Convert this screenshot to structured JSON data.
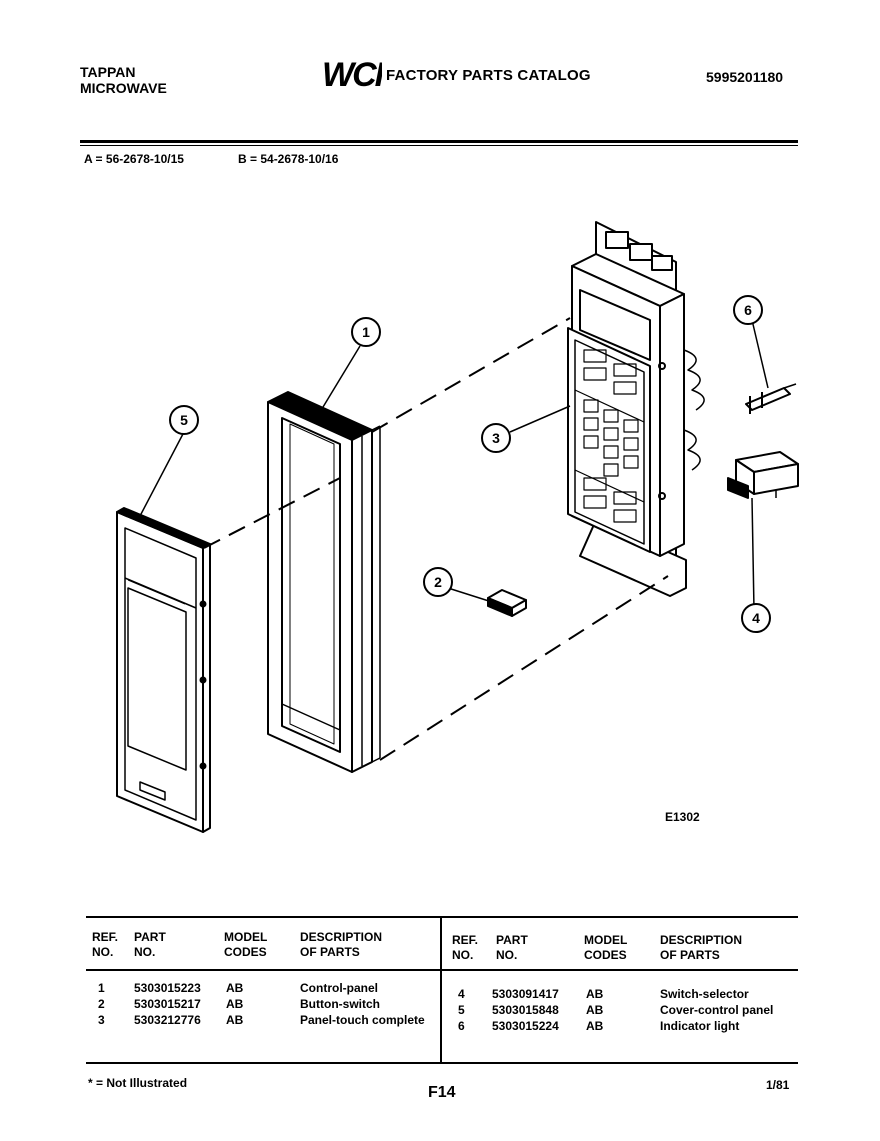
{
  "header": {
    "brand_line1": "TAPPAN",
    "brand_line2": "MICROWAVE",
    "logo_text": "WCI",
    "catalog_title": "FACTORY PARTS CATALOG",
    "catalog_number": "5995201180"
  },
  "models": {
    "a": "A = 56-2678-10/15",
    "b": "B = 54-2678-10/16"
  },
  "diagram": {
    "code": "E1302",
    "callouts": [
      "1",
      "2",
      "3",
      "4",
      "5",
      "6"
    ]
  },
  "table": {
    "headers": {
      "ref_line1": "REF.",
      "ref_line2": "NO.",
      "part_line1": "PART",
      "part_line2": "NO.",
      "model_line1": "MODEL",
      "model_line2": "CODES",
      "desc_line1": "DESCRIPTION",
      "desc_line2": "OF PARTS"
    },
    "left_rows": [
      {
        "ref": "1",
        "part": "5303015223",
        "codes": "AB",
        "desc": "Control-panel"
      },
      {
        "ref": "2",
        "part": "5303015217",
        "codes": "AB",
        "desc": "Button-switch"
      },
      {
        "ref": "3",
        "part": "5303212776",
        "codes": "AB",
        "desc": "Panel-touch complete"
      }
    ],
    "right_rows": [
      {
        "ref": "4",
        "part": "5303091417",
        "codes": "AB",
        "desc": "Switch-selector"
      },
      {
        "ref": "5",
        "part": "5303015848",
        "codes": "AB",
        "desc": "Cover-control panel"
      },
      {
        "ref": "6",
        "part": "5303015224",
        "codes": "AB",
        "desc": "Indicator light"
      }
    ]
  },
  "footer": {
    "note": "* = Not Illustrated",
    "page": "F14",
    "date": "1/81"
  }
}
